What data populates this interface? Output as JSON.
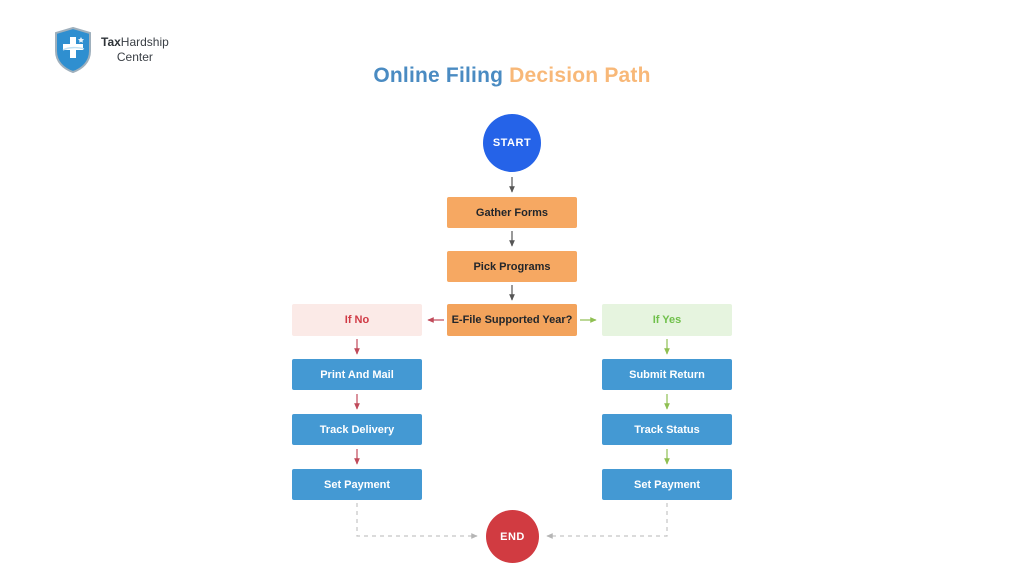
{
  "logo": {
    "brand_bold": "Tax",
    "brand_rest": "Hardship",
    "brand_line2": "Center",
    "icon": "shield-cross-icon"
  },
  "title": {
    "part1": "Online Filing ",
    "part2": "Decision Path"
  },
  "flowchart": {
    "start": "START",
    "steps": [
      "Gather Forms",
      "Pick Programs"
    ],
    "decision": "E-File Supported Year?",
    "no_branch": {
      "label": "If No",
      "steps": [
        "Print And Mail",
        "Track Delivery",
        "Set Payment"
      ]
    },
    "yes_branch": {
      "label": "If Yes",
      "steps": [
        "Submit Return",
        "Track Status",
        "Set Payment"
      ]
    },
    "end": "END"
  },
  "colors": {
    "start_circle": "#2563e8",
    "end_circle": "#d13b41",
    "process_orange": "#f6a862",
    "process_blue": "#4499d3",
    "if_no_bg": "#fbeae7",
    "if_no_text": "#d03a45",
    "if_yes_bg": "#e6f4df",
    "if_yes_text": "#70c04b",
    "title_blue": "#4a8bc2",
    "title_orange": "#f8b878",
    "arrow_dark": "#555555",
    "arrow_red": "#c04a5a",
    "arrow_green": "#8fbf52",
    "arrow_dashed": "#c5c5c5",
    "logo_shield": "#2f8fd0"
  }
}
